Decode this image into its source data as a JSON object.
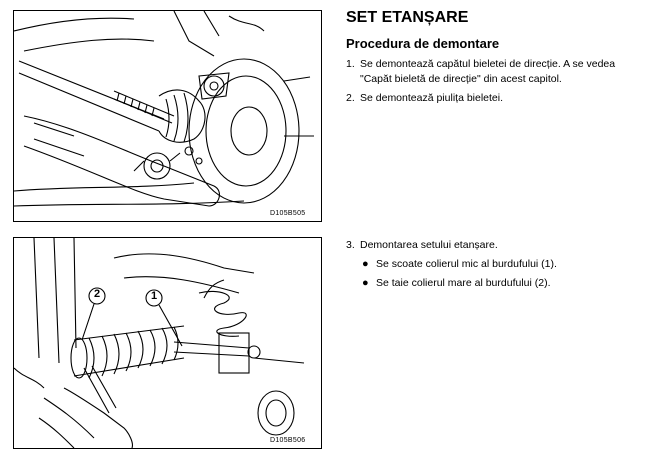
{
  "document": {
    "title": "SET ETANȘARE",
    "subtitle": "Procedura de demontare",
    "figures": [
      {
        "code": "D105B505"
      },
      {
        "code": "D105B506",
        "callouts": [
          "1",
          "2"
        ]
      }
    ],
    "steps_top": [
      {
        "num": "1.",
        "text": "Se demontează capătul bieletei de direcție. A se vedea \"Capăt bieletă de direcție\" din acest capitol."
      },
      {
        "num": "2.",
        "text": "Se demontează piulița bieletei."
      }
    ],
    "steps_bottom": [
      {
        "num": "3.",
        "text": "Demontarea setului etanșare.",
        "bullets": [
          {
            "symbol": "●",
            "text": "Se scoate colierul mic al burdufului (1)."
          },
          {
            "symbol": "●",
            "text": "Se taie colierul mare al burdufului (2)."
          }
        ]
      }
    ]
  }
}
